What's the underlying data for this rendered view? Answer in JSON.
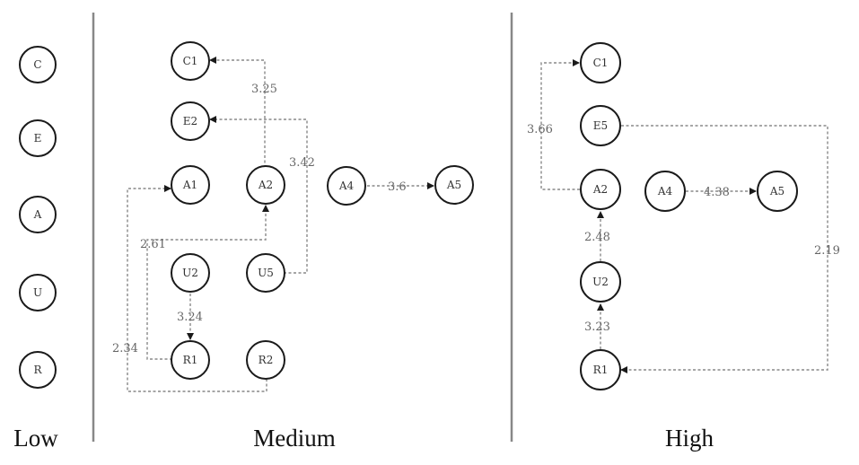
{
  "groups": {
    "low": {
      "title": "Low"
    },
    "medium": {
      "title": "Medium"
    },
    "high": {
      "title": "High"
    }
  },
  "nodes": {
    "low": [
      "C",
      "E",
      "A",
      "U",
      "R"
    ],
    "medium": [
      "C1",
      "E2",
      "A1",
      "A2",
      "A4",
      "A5",
      "U2",
      "U5",
      "R1",
      "R2"
    ],
    "high": [
      "C1",
      "E5",
      "A2",
      "A4",
      "A5",
      "U2",
      "R1"
    ]
  },
  "edges": {
    "medium": [
      {
        "from": "A2",
        "to": "C1",
        "weight": "3.25"
      },
      {
        "from": "U5",
        "to": "E2",
        "weight": "3.42"
      },
      {
        "from": "A4",
        "to": "A5",
        "weight": "3.6"
      },
      {
        "from": "R1",
        "to": "A2",
        "weight": "2.61"
      },
      {
        "from": "U2",
        "to": "R1",
        "weight": "3.24"
      },
      {
        "from": "R2",
        "to": "A1",
        "weight": "2.34"
      }
    ],
    "high": [
      {
        "from": "A2",
        "to": "C1",
        "weight": "3.66"
      },
      {
        "from": "A4",
        "to": "A5",
        "weight": "4.38"
      },
      {
        "from": "U2",
        "to": "A2",
        "weight": "2.48"
      },
      {
        "from": "R1",
        "to": "U2",
        "weight": "3.23"
      },
      {
        "from": "E5",
        "to": "R1",
        "weight": "2.19"
      }
    ]
  },
  "colors": {
    "node_stroke": "#1a1a1a",
    "edge": "#888888",
    "edge_label": "#666666",
    "divider": "#888888"
  }
}
